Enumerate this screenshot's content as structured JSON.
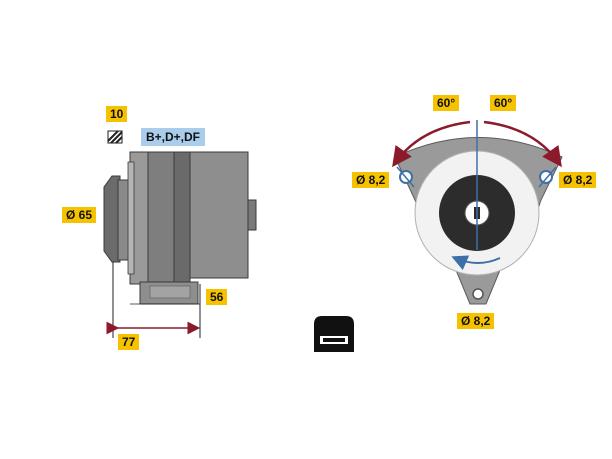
{
  "labels": {
    "torque": "10",
    "terminals": "B+,D+,DF",
    "pulley_diameter": "Ø 65",
    "length_77": "77",
    "length_56": "56",
    "angle_left": "60°",
    "angle_right": "60°",
    "hole_left": "Ø 8,2",
    "hole_right": "Ø 8,2",
    "hole_bottom": "Ø 8,2"
  },
  "colors": {
    "label_bg": "#f6c200",
    "terminal_bg": "#a9cdea",
    "body_gray": "#8e8e8e",
    "dark_gray": "#4a4a4a",
    "arc_red": "#8b1a2b",
    "axis_blue": "#3f6fa8"
  },
  "icons": [
    "hatch-icon",
    "connector-plug-icon"
  ]
}
